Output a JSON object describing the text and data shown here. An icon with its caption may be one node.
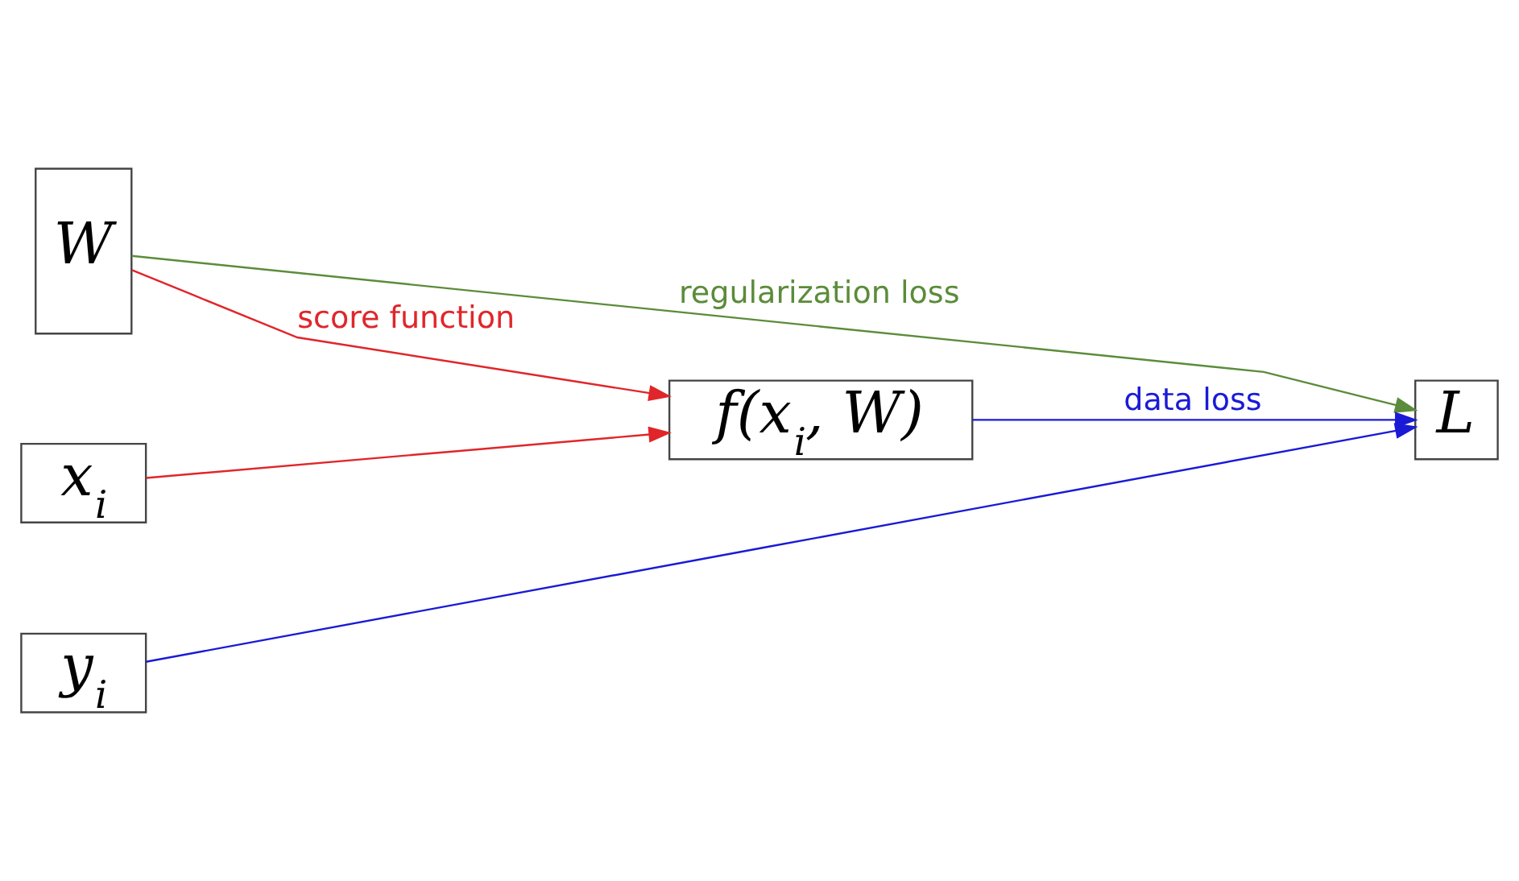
{
  "diagram": {
    "nodes": [
      {
        "text": [
          "W"
        ]
      },
      {
        "text": [
          "x$_{i}$"
        ]
      },
      {
        "text": [
          "y$_{i}$"
        ]
      },
      {
        "text": [
          "f(x$_{i}$, W)"
        ]
      },
      {
        "text": [
          "L"
        ]
      }
    ],
    "edges": [
      {
        "from": 0,
        "to": 4,
        "arrow": "to",
        "label": "regularization loss",
        "color": "#5b8c3a"
      },
      {
        "from": 0,
        "to": 3,
        "arrow": "to",
        "label": "score function",
        "color": "#e0262a"
      },
      {
        "from": 1,
        "to": 3,
        "arrow": "to",
        "color": "#e0262a"
      },
      {
        "from": 3,
        "to": 4,
        "arrow": "to",
        "label": "data loss",
        "color": "#1a1ad6"
      },
      {
        "from": 2,
        "to": 4,
        "arrow": "to",
        "color": "#1a1ad6"
      }
    ]
  }
}
